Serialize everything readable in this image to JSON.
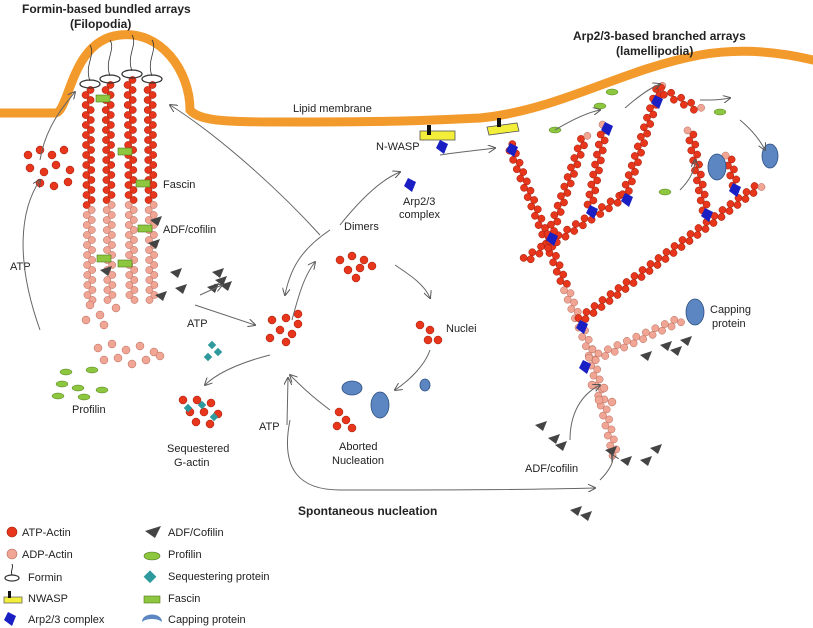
{
  "titles": {
    "filopodia": "Formin-based bundled arrays",
    "filopodia_sub": "(Filopodia)",
    "lamellipodia": "Arp2/3-based branched arrays",
    "lamellipodia_sub": "(lamellipodia)"
  },
  "labels": {
    "lipid_membrane": "Lipid membrane",
    "nwasp": "N-WASP",
    "arp23_complex_1": "Arp2/3",
    "arp23_complex_2": "complex",
    "fascin": "Fascin",
    "adf_cofilin": "ADF/cofilin",
    "atp_left": "ATP",
    "atp_mid": "ATP",
    "atp_low": "ATP",
    "dimers": "Dimers",
    "nuclei": "Nuclei",
    "aborted_1": "Aborted",
    "aborted_2": "Nucleation",
    "profilin": "Profilin",
    "sequestered_1": "Sequestered",
    "sequestered_2": "G-actin",
    "capping_1": "Capping",
    "capping_2": "protein",
    "adf_cofilin_right": "ADF/cofilin",
    "spontaneous": "Spontaneous nucleation"
  },
  "legend": {
    "left": [
      "ATP-Actin",
      "ADP-Actin",
      "Formin",
      "NWASP",
      "Arp2/3 complex"
    ],
    "right": [
      "ADF/Cofilin",
      "Profilin",
      "Sequestering protein",
      "Fascin",
      "Capping protein"
    ]
  },
  "colors": {
    "atp_actin": "#e8361c",
    "adp_actin": "#f0a595",
    "membrane": "#f39a2c",
    "nwasp": "#f2ee3a",
    "arp23": "#1a1fc4",
    "profilin": "#8dc63f",
    "fascin": "#8dc63f",
    "sequestering": "#2e9a9e",
    "capping": "#5b86c2",
    "cofilin": "#444444"
  }
}
